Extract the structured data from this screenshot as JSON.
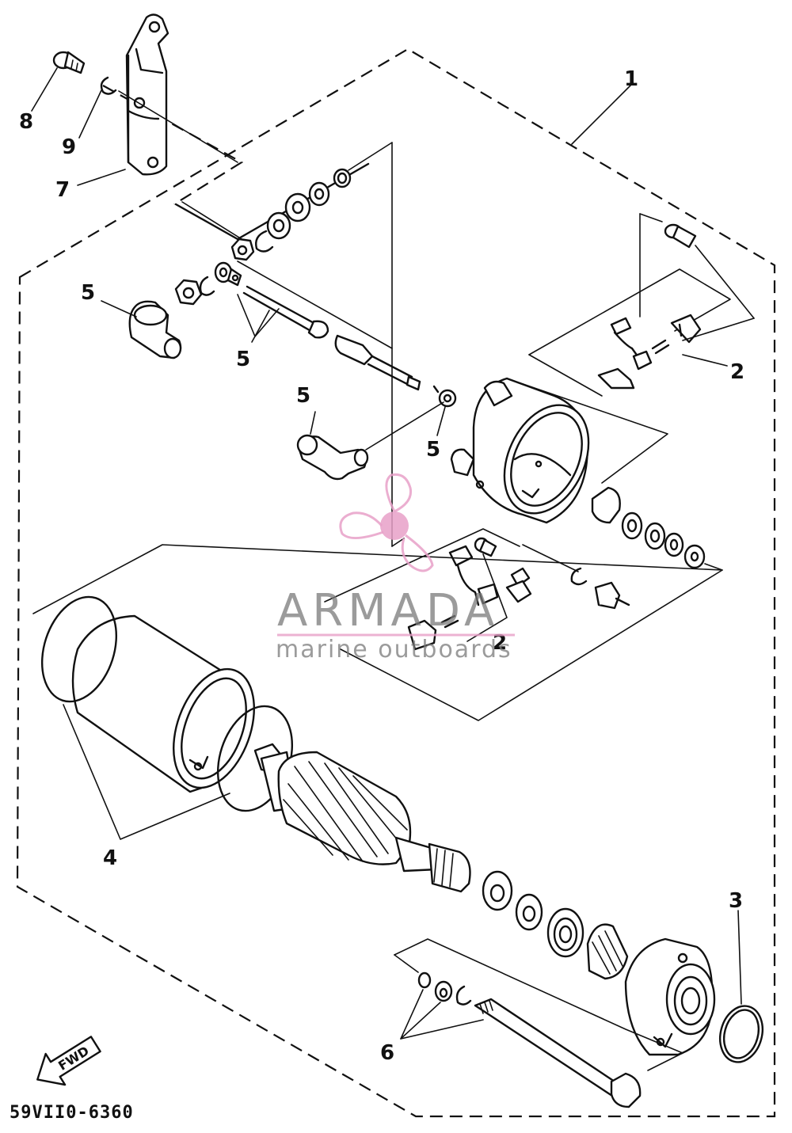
{
  "diagram": {
    "part_number": "59VII0-6360",
    "direction_label": "FWD",
    "callouts": [
      "1",
      "2",
      "2",
      "3",
      "4",
      "5",
      "5",
      "5",
      "5",
      "6",
      "7",
      "8",
      "9"
    ]
  },
  "watermark": {
    "brand": "ARMADA",
    "tagline": "marine outboards",
    "accent_color": "#e8a0c8"
  },
  "colors": {
    "ink": "#111111",
    "paper": "#ffffff"
  }
}
